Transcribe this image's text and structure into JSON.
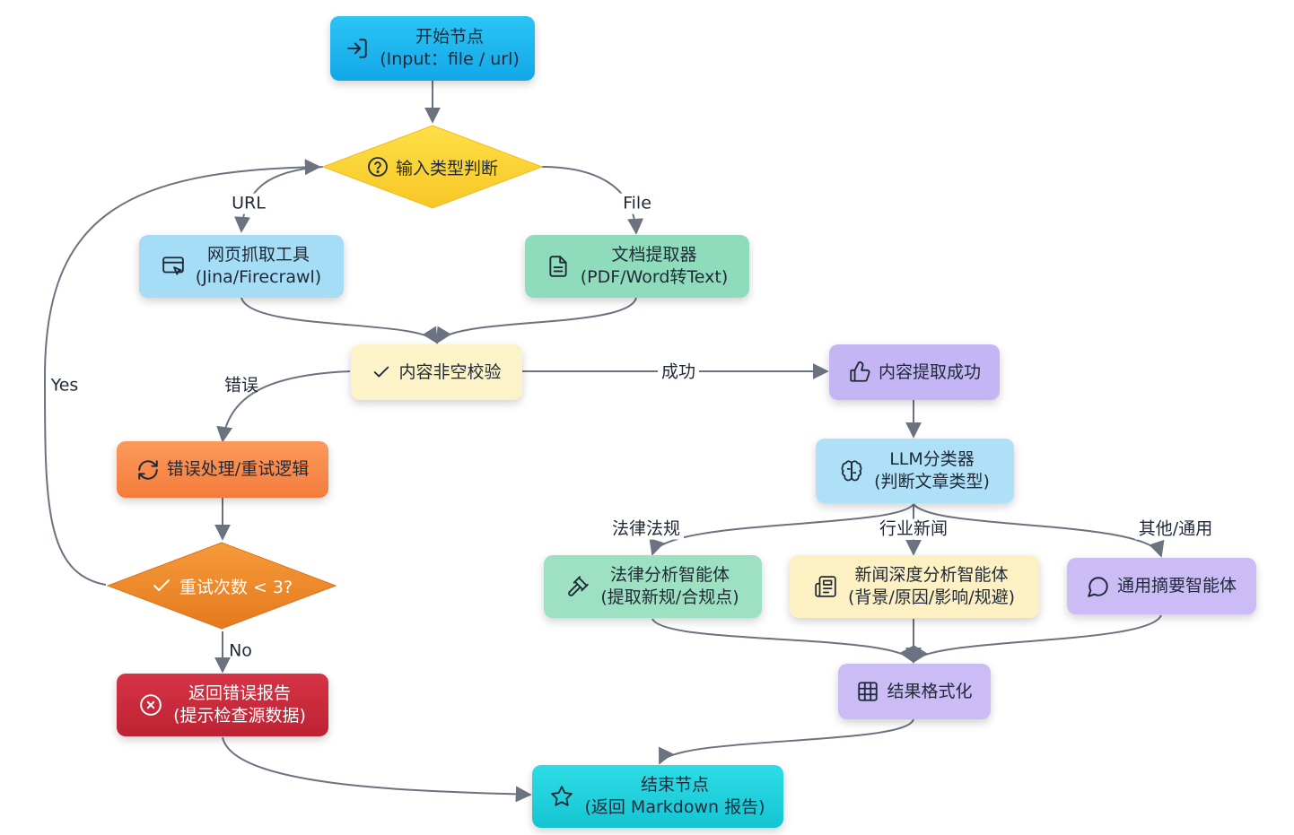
{
  "nodes": {
    "start": {
      "line1": "开始节点",
      "line2": "(Input：file / url)"
    },
    "input_type": {
      "label": "输入类型判断"
    },
    "web_fetch": {
      "line1": "网页抓取工具",
      "line2": "(Jina/Firecrawl)"
    },
    "doc_extract": {
      "line1": "文档提取器",
      "line2": "(PDF/Word转Text)"
    },
    "non_empty": {
      "label": "内容非空校验"
    },
    "extract_ok": {
      "label": "内容提取成功"
    },
    "error_retry": {
      "label": "错误处理/重试逻辑"
    },
    "llm_classifier": {
      "line1": "LLM分类器",
      "line2": "(判断文章类型)"
    },
    "retry_check": {
      "label": "重试次数 < 3?"
    },
    "legal_agent": {
      "line1": "法律分析智能体",
      "line2": "(提取新规/合规点)"
    },
    "news_agent": {
      "line1": "新闻深度分析智能体",
      "line2": "(背景/原因/影响/规避)"
    },
    "general_agent": {
      "label": "通用摘要智能体"
    },
    "error_report": {
      "line1": "返回错误报告",
      "line2": "(提示检查源数据)"
    },
    "format": {
      "label": "结果格式化"
    },
    "end": {
      "line1": "结束节点",
      "line2": "(返回 Markdown 报告)"
    }
  },
  "edge_labels": {
    "url": "URL",
    "file": "File",
    "yes": "Yes",
    "error": "错误",
    "success": "成功",
    "no": "No",
    "legal": "法律法规",
    "industry_news": "行业新闻",
    "other": "其他/通用"
  },
  "icons": {
    "start": "login-arrow-icon",
    "input_type": "question-circle-icon",
    "web_fetch": "browser-cursor-icon",
    "doc_extract": "document-icon",
    "non_empty": "check-icon",
    "extract_ok": "thumbs-up-icon",
    "error_retry": "refresh-icon",
    "llm_classifier": "brain-icon",
    "retry_check": "check-icon",
    "legal_agent": "gavel-icon",
    "news_agent": "newspaper-icon",
    "general_agent": "chat-bubble-icon",
    "error_report": "x-circle-icon",
    "format": "table-icon",
    "end": "star-icon"
  },
  "colors": {
    "edge": "#6b7280",
    "start": "#1cb5f0",
    "decision_yellow": "#fbd33b",
    "web_fetch": "#a5dcf6",
    "doc_extract": "#8fdcbc",
    "non_empty": "#fdf3c8",
    "extract_ok": "#c4b5f4",
    "error_retry": "#f98b52",
    "llm_classifier": "#aee1f7",
    "retry_decision": "#ef8a2e",
    "legal_agent": "#9ee0c2",
    "news_agent": "#fdf1c4",
    "general_agent": "#cbbcf6",
    "error_report": "#c92a3c",
    "format": "#cbbcf6",
    "end": "#22d3de"
  }
}
